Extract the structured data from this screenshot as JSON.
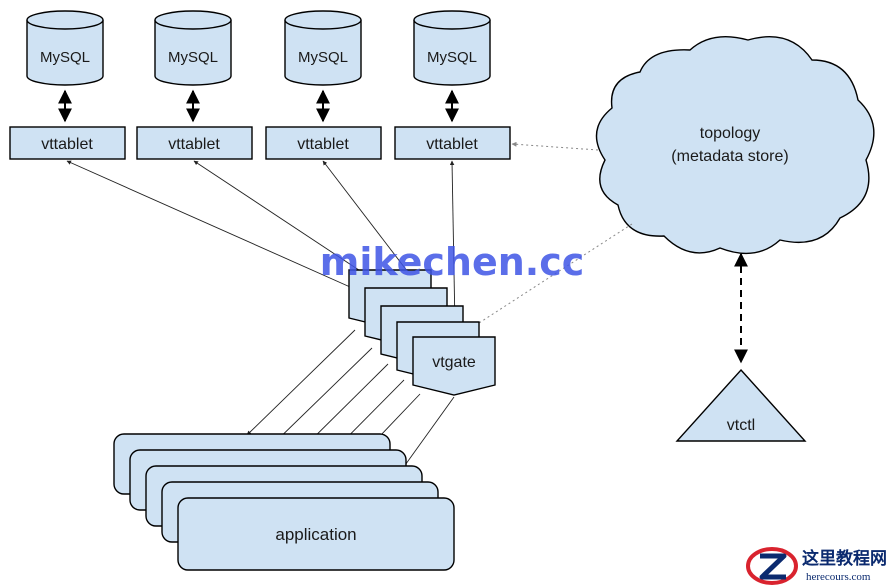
{
  "diagram": {
    "mysql_label": "MySQL",
    "vttablet_label": "vttablet",
    "topology_line1": "topology",
    "topology_line2": "(metadata store)",
    "vtgate_label": "vtgate",
    "vtctl_label": "vtctl",
    "application_label": "application"
  },
  "watermark": {
    "text": "mikechen.cc",
    "logo_cn": "这里教程网",
    "logo_en": "herecours.com"
  },
  "colors": {
    "box_fill": "#cfe2f3",
    "stroke": "#000000",
    "watermark": "#3f55e6"
  }
}
